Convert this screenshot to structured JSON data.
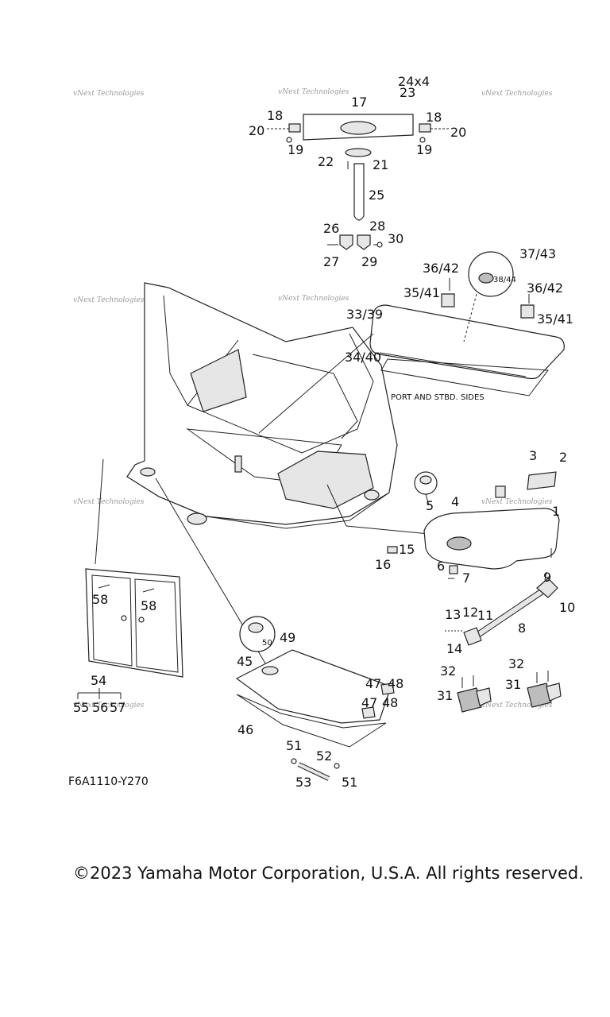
{
  "diagram": {
    "watermark": "vNext Technologies",
    "note": "PORT AND STBD. SIDES",
    "code": "F6A1110-Y270",
    "copyright": "©2023 Yamaha Motor Corporation, U.S.A. All rights reserved.",
    "labels": {
      "l1": "1",
      "l2": "2",
      "l3": "3",
      "l4": "4",
      "l5": "5",
      "l6": "6",
      "l7": "7",
      "l8": "8",
      "l9": "9",
      "l10": "10",
      "l11": "11",
      "l12": "12",
      "l13": "13",
      "l14": "14",
      "l15": "15",
      "l16": "16",
      "l17": "17",
      "l18a": "18",
      "l18b": "18",
      "l19a": "19",
      "l19b": "19",
      "l20a": "20",
      "l20b": "20",
      "l21": "21",
      "l22": "22",
      "l23": "23",
      "l24": "24x4",
      "l25": "25",
      "l26": "26",
      "l27": "27",
      "l28": "28",
      "l29": "29",
      "l30": "30",
      "l31a": "31",
      "l31b": "31",
      "l32a": "32",
      "l32b": "32",
      "l33": "33/39",
      "l34": "34/40",
      "l35a": "35/41",
      "l35b": "35/41",
      "l36a": "36/42",
      "l36b": "36/42",
      "l37": "37/43",
      "l38": "38/44",
      "l45": "45",
      "l46": "46",
      "l47a": "47",
      "l47b": "47",
      "l48a": "48",
      "l48b": "48",
      "l49": "49",
      "l50": "50",
      "l51a": "51",
      "l51b": "51",
      "l52": "52",
      "l53": "53",
      "l54": "54",
      "l55": "55",
      "l56": "56",
      "l57": "57",
      "l58a": "58",
      "l58b": "58"
    }
  }
}
